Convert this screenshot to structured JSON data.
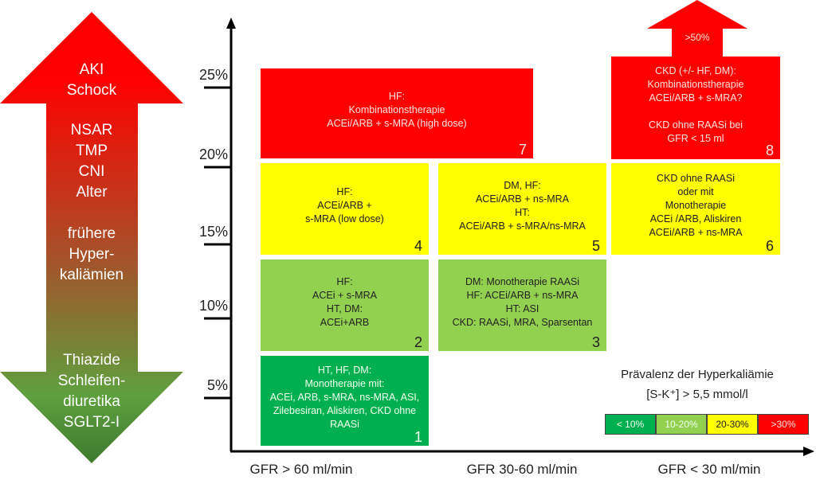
{
  "left_arrow": {
    "up_lines": [
      "AKI",
      "Schock",
      "NSAR",
      "TMP",
      "CNI",
      "Alter",
      "frühere",
      "Hyper-",
      "kaliämien"
    ],
    "down_lines": [
      "Thiazide",
      "Schleifen-",
      "diuretika",
      "SGLT2-I"
    ],
    "colors": {
      "top": "#ff0000",
      "bottom": "#3f7a2e"
    }
  },
  "y_axis": {
    "ticks": [
      "25%",
      "20%",
      "15%",
      "10%",
      "5%"
    ]
  },
  "x_axis": {
    "labels": [
      "GFR > 60 ml/min",
      "GFR 30-60 ml/min",
      "GFR < 30 ml/min"
    ]
  },
  "boxes": [
    {
      "id": "7",
      "lines": [
        "HF:",
        "Kombinationstherapie",
        "ACEi/ARB + s-MRA (high dose)"
      ]
    },
    {
      "id": "4",
      "lines": [
        "HF:",
        "ACEi/ARB +",
        "s-MRA (low dose)"
      ]
    },
    {
      "id": "5",
      "lines": [
        "DM, HF:",
        "ACEi/ARB + ns-MRA",
        "HT:",
        "ACEi/ARB + s-MRA/ns-MRA"
      ]
    },
    {
      "id": "2",
      "lines": [
        "HF:",
        "ACEi + s-MRA",
        "HT, DM:",
        "ACEi+ARB"
      ]
    },
    {
      "id": "3",
      "lines": [
        "DM: Monotherapie RAASi",
        "HF: ACEi/ARB + ns-MRA",
        "HT: ASI",
        "CKD: RAASi, MRA, Sparsentan"
      ]
    },
    {
      "id": "1",
      "lines": [
        "HT, HF, DM:",
        "Monotherapie mit:",
        "ACEi, ARB, s-MRA, ns-MRA, ASI,",
        "Zilebesiran, Aliskiren, CKD ohne",
        "RAASi"
      ]
    },
    {
      "id": "8",
      "lines": [
        "CKD (+/- HF, DM):",
        "Kombinationstherapie",
        "ACEi/ARB + s-MRA?",
        "",
        "CKD ohne RAASi bei",
        "GFR < 15 ml"
      ]
    },
    {
      "id": "6",
      "lines": [
        "CKD ohne RAASi",
        "oder mit",
        "Monotherapie",
        "ACEi /ARB, Aliskiren",
        "ACEi/ARB + ns-MRA"
      ]
    }
  ],
  "top_arrow_label": ">50%",
  "legend": {
    "title": "Prävalenz der Hyperkaliämie",
    "subtitle": "[S-K⁺] > 5,5 mmol/l",
    "items": [
      {
        "label": "< 10%",
        "color": "#00b050"
      },
      {
        "label": "10-20%",
        "color": "#92d050"
      },
      {
        "label": "20-30%",
        "color": "#ffff00"
      },
      {
        "label": ">30%",
        "color": "#ff0000"
      }
    ]
  }
}
